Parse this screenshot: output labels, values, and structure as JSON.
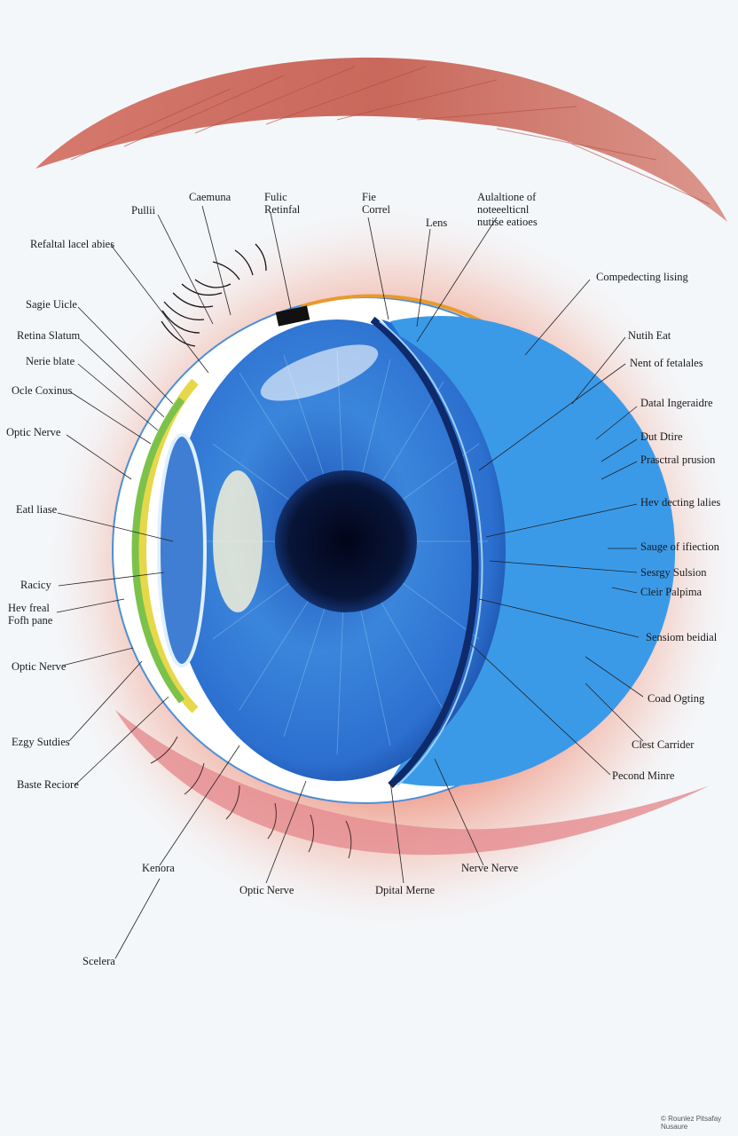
{
  "colors": {
    "background": "#f4f7fa",
    "iris": "#2f7fd6",
    "pupil": "#060d28",
    "skin_glow": "#e8583f",
    "brow": "#c4584a",
    "sclera_rim": "#ffffff",
    "accent_yellow": "#e6d84a",
    "accent_green": "#7cc24a"
  },
  "labels": [
    {
      "id": "pulli",
      "text": "Pullii"
    },
    {
      "id": "caemuna",
      "text": "Caemuna"
    },
    {
      "id": "fulic",
      "line1": "Fulic",
      "line2": "Retinfal"
    },
    {
      "id": "fie",
      "line1": "Fie",
      "line2": "Correl"
    },
    {
      "id": "lens",
      "text": "Lens"
    },
    {
      "id": "aulaltione",
      "line1": "Aulaltione of",
      "line2": "noteeelticnl",
      "line3": "nutise eatioes"
    },
    {
      "id": "refaltal",
      "text": "Refaltal lacel abies"
    },
    {
      "id": "compedecting",
      "text": "Compedecting lising"
    },
    {
      "id": "sagie",
      "text": "Sagie Uicle"
    },
    {
      "id": "retina-slatum",
      "text": "Retina Slatum"
    },
    {
      "id": "nerie-blate",
      "text": "Nerie blate"
    },
    {
      "id": "ocle-coxinus",
      "text": "Ocle Coxinus"
    },
    {
      "id": "optic-nerve-1",
      "text": "Optic Nerve"
    },
    {
      "id": "nutih-eat",
      "text": "Nutih Eat"
    },
    {
      "id": "nent-fetalales",
      "text": "Nent of fetalales"
    },
    {
      "id": "datal",
      "text": "Datal Ingeraidre"
    },
    {
      "id": "dut-dtire",
      "text": "Dut Dtire"
    },
    {
      "id": "prasctral",
      "text": "Prasctral prusion"
    },
    {
      "id": "eatl-liase",
      "text": "Eatl liase"
    },
    {
      "id": "hev-decting",
      "text": "Hev decting lalies"
    },
    {
      "id": "sauge",
      "text": "Sauge of ifiection"
    },
    {
      "id": "sesrgy",
      "text": "Sesrgy Sulsion"
    },
    {
      "id": "racicy",
      "text": "Racicy"
    },
    {
      "id": "cleir",
      "text": "Cleir Palpima"
    },
    {
      "id": "hev-freal",
      "line1": "Hev freal",
      "line2": "Fofh pane"
    },
    {
      "id": "sensiom",
      "text": "Sensiom beidial"
    },
    {
      "id": "optic-nerve-2",
      "text": "Optic Nerve"
    },
    {
      "id": "coad",
      "text": "Coad Ogting"
    },
    {
      "id": "ezgy",
      "text": "Ezgy Sutdies"
    },
    {
      "id": "clest",
      "text": "Clest Carrider"
    },
    {
      "id": "baste",
      "text": "Baste Reciore"
    },
    {
      "id": "pecond",
      "text": "Pecond Minre"
    },
    {
      "id": "kenora",
      "text": "Kenora"
    },
    {
      "id": "nerve-nerve",
      "text": "Nerve Nerve"
    },
    {
      "id": "optic-nerve-3",
      "text": "Optic Nerve"
    },
    {
      "id": "dpital",
      "text": "Dpital Merne"
    },
    {
      "id": "scelera",
      "text": "Scelera"
    }
  ],
  "footer": {
    "credit": "© Rounlez Pitsafay Nusaure"
  }
}
